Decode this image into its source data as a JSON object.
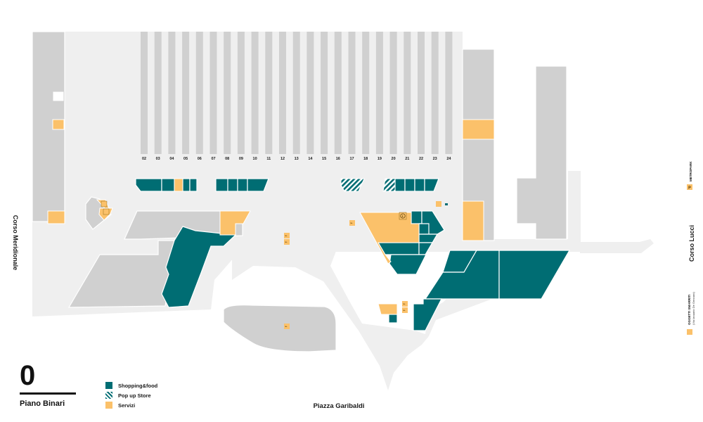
{
  "floor": {
    "number": "0",
    "name": "Piano Binari"
  },
  "streets": {
    "left": "Corso Meridionale",
    "right": "Corso Lucci",
    "bottom": "Piazza Garibaldi"
  },
  "tracks": [
    "02",
    "03",
    "04",
    "05",
    "06",
    "07",
    "08",
    "09",
    "10",
    "11",
    "12",
    "13",
    "14",
    "15",
    "16",
    "17",
    "18",
    "19",
    "20",
    "21",
    "22",
    "23",
    "24"
  ],
  "legend": [
    {
      "label": "Shopping&food",
      "kind": "shop",
      "color": "#006d73"
    },
    {
      "label": "Pop up Store",
      "kind": "popup",
      "color": "#006d73"
    },
    {
      "label": "Servizi",
      "kind": "service",
      "color": "#fbc16a"
    }
  ],
  "side_notes": {
    "metropark": "METROPARK",
    "lost_title": "OGGETTI SMARRITI",
    "lost_sub": "(Via Ianuario De Gennaro)"
  },
  "icons": {
    "service": "escalator-icon",
    "info": "info-icon",
    "parking": "parking-icon"
  },
  "colors": {
    "shop": "#006d73",
    "service": "#fbc16a",
    "building": "#d0d0d0",
    "walkway": "#efefef"
  }
}
